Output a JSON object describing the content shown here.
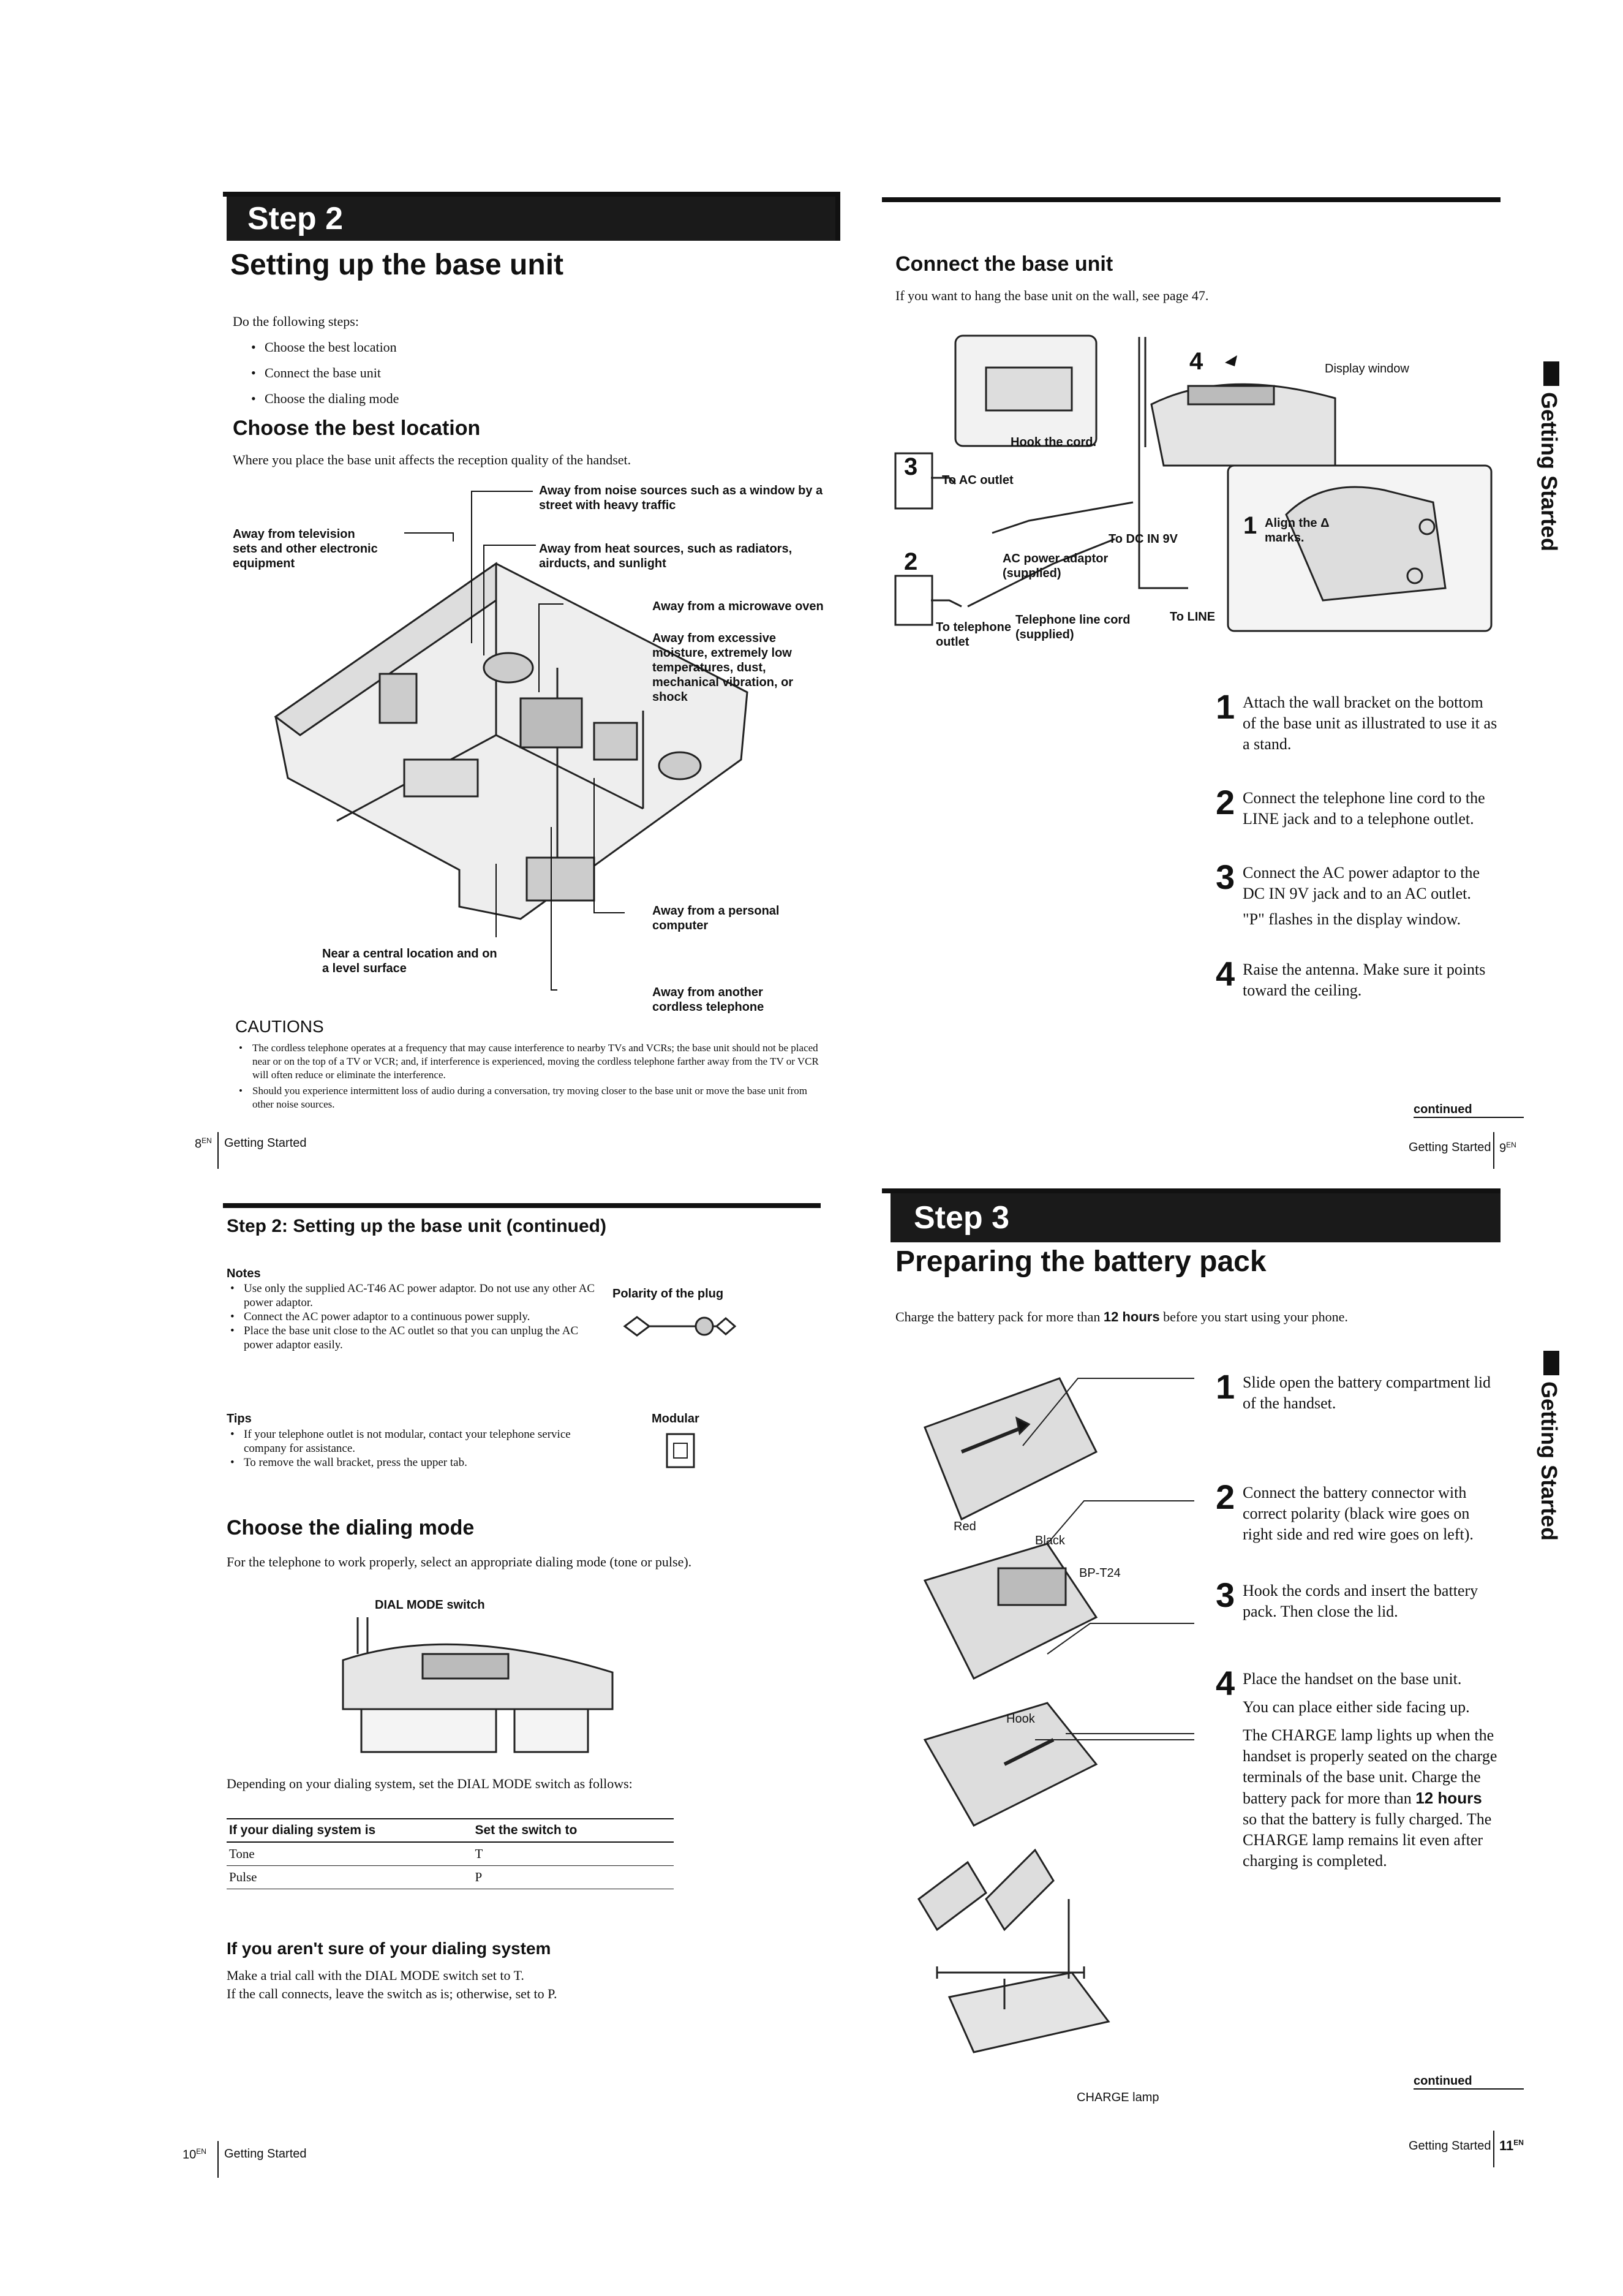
{
  "p8": {
    "step_label": "Step 2",
    "title": "Setting up the base unit",
    "intro": "Do the following steps:",
    "steps": [
      "Choose the best location",
      "Connect the base unit",
      "Choose the dialing mode"
    ],
    "location_heading": "Choose the best location",
    "location_intro": "Where you place the base unit affects the reception quality of the handset.",
    "callouts": {
      "noise": "Away from noise sources such as a window by a street with heavy traffic",
      "tv": "Away from television sets and other electronic equipment",
      "heat": "Away from heat sources, such as radiators, airducts, and sunlight",
      "microwave": "Away from a microwave oven",
      "moisture": "Away from excessive moisture, extremely low temperatures, dust, mechanical vibration, or shock",
      "computer": "Away from a personal computer",
      "central": "Near a central location and on a level surface",
      "cordless": "Away from another cordless telephone"
    },
    "cautions_heading": "CAUTIONS",
    "cautions": [
      "The cordless telephone operates at a frequency that may cause interference to nearby TVs and VCRs; the base unit should not be placed near or on the top of a TV or VCR; and, if interference is experienced, moving the cordless telephone farther away from the TV or VCR will often reduce or eliminate the interference.",
      "Should you experience intermittent loss of audio during a conversation, try moving closer to the base unit or move the base unit from other noise sources."
    ],
    "page_num": "8",
    "page_sup": "EN",
    "footer": "Getting Started"
  },
  "p9": {
    "heading": "Connect the base unit",
    "intro": "If you want to hang the base unit on the wall, see page 47.",
    "labels": {
      "display_window": "Display window",
      "hook_cord": "Hook the cord.",
      "ac_outlet": "To AC outlet",
      "dc_in": "To DC IN 9V",
      "adaptor": "AC power adaptor (supplied)",
      "line_cord": "Telephone line cord (supplied)",
      "to_line": "To LINE",
      "to_tel_outlet": "To telephone outlet",
      "align": "Align the Δ marks.",
      "n1": "1",
      "n2": "2",
      "n3": "3",
      "n4": "4"
    },
    "steps": [
      {
        "num": "1",
        "text": "Attach the wall bracket on the bottom of the base unit as illustrated to use it as a stand."
      },
      {
        "num": "2",
        "text": "Connect the telephone line cord to the LINE jack and to a telephone outlet."
      },
      {
        "num": "3",
        "text": "Connect the AC power adaptor to the DC IN 9V jack and to an AC outlet.",
        "extra": "\"P\" flashes in the display window."
      },
      {
        "num": "4",
        "text": "Raise the antenna.  Make sure it points toward the ceiling."
      }
    ],
    "continued": "continued",
    "footer": "Getting Started",
    "page_num": "9",
    "page_sup": "EN",
    "side_tab": "Getting Started"
  },
  "p10": {
    "heading": "Step 2: Setting up the base unit (continued)",
    "notes_heading": "Notes",
    "notes": [
      "Use only the supplied AC-T46 AC power adaptor. Do not use any other AC power adaptor.",
      "Connect the AC power adaptor to a continuous power supply.",
      "Place the base unit close to the AC outlet so that you can unplug the AC power adaptor easily."
    ],
    "polarity": "Polarity of the plug",
    "tips_heading": "Tips",
    "tips": [
      "If your telephone outlet is not modular, contact your telephone service company for assistance.",
      "To remove the wall bracket, press the upper tab."
    ],
    "modular": "Modular",
    "dial_heading": "Choose the dialing mode",
    "dial_intro": "For the telephone to work properly, select an appropriate dialing mode (tone or pulse).",
    "dial_switch": "DIAL MODE switch",
    "depending": "Depending on your dialing system, set the DIAL MODE switch as follows:",
    "table": {
      "headers": [
        "If your dialing system is",
        "Set the switch to"
      ],
      "rows": [
        [
          "Tone",
          "T"
        ],
        [
          "Pulse",
          "P"
        ]
      ]
    },
    "unsure_heading": "If you aren't sure of your dialing system",
    "unsure_text_1": "Make a trial call with the DIAL MODE switch set to T.",
    "unsure_text_2": "If the call connects, leave the switch as is; otherwise, set to P.",
    "page_num": "10",
    "page_sup": "EN",
    "footer": "Getting Started"
  },
  "p11": {
    "step_label": "Step 3",
    "title": "Preparing the battery pack",
    "intro_a": "Charge the battery pack for more than ",
    "intro_b": "12 hours",
    "intro_c": " before you start using your phone.",
    "labels": {
      "red": "Red",
      "black": "Black",
      "bp": "BP-T24",
      "hook": "Hook",
      "charge_lamp": "CHARGE lamp"
    },
    "steps": [
      {
        "num": "1",
        "text": "Slide open the battery compartment lid of the handset."
      },
      {
        "num": "2",
        "text": "Connect the battery connector with correct polarity (black wire goes on right side and red wire goes on left)."
      },
      {
        "num": "3",
        "text": "Hook the cords and insert the battery pack. Then close the lid."
      },
      {
        "num": "4",
        "text": "Place the handset on the base unit."
      }
    ],
    "step4_p1": "You can place either side facing up.",
    "step4_p2a": "The CHARGE lamp lights up when the handset is properly seated on the charge terminals of the base unit. Charge the battery pack for more than ",
    "step4_p2b": "12 hours",
    "step4_p2c": " so that the battery is fully charged. The CHARGE lamp remains lit even after charging is completed.",
    "continued": "continued",
    "footer": "Getting Started",
    "page_num": "11",
    "page_sup": "EN",
    "side_tab": "Getting Started"
  }
}
